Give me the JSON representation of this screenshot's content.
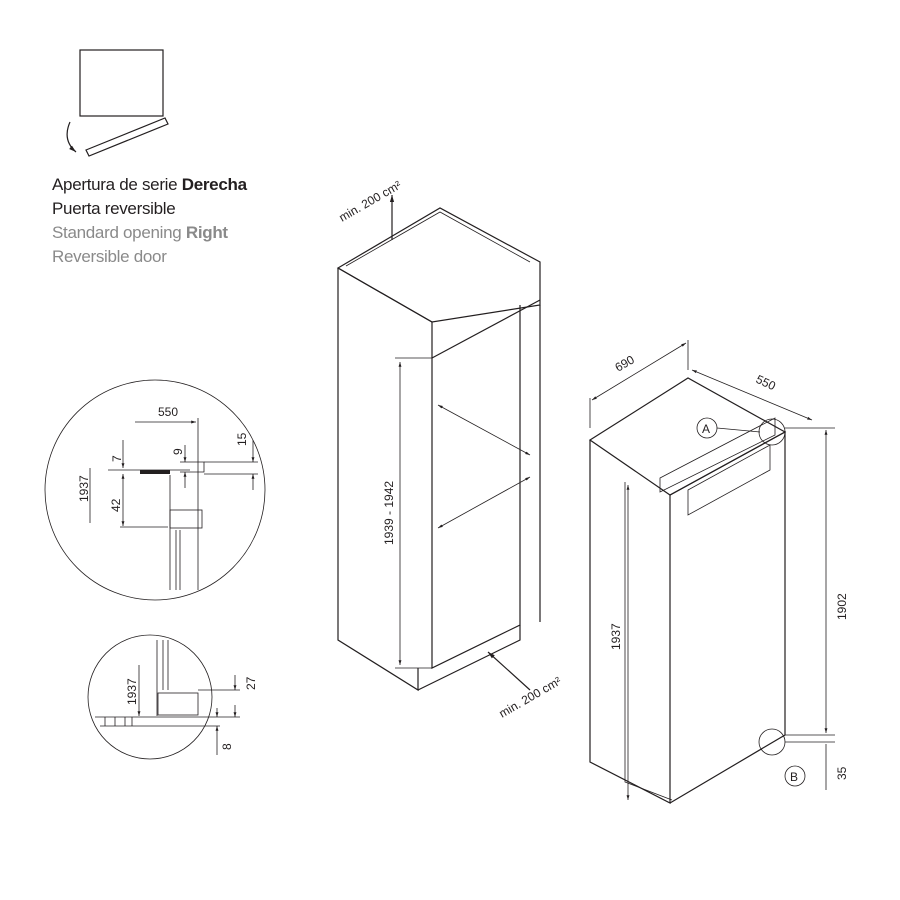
{
  "caption": {
    "es_line1_prefix": "Apertura de serie ",
    "es_line1_bold": "Derecha",
    "es_line2": "Puerta reversible",
    "en_line1_prefix": "Standard opening ",
    "en_line1_bold": "Right",
    "en_line2": "Reversible door"
  },
  "cabinet": {
    "vent_top": "min. 200 cm²",
    "vent_bottom": "min. 200 cm²",
    "niche_height": "1939 - 1942"
  },
  "appliance": {
    "depth": "690",
    "width": "550",
    "marker_a": "A",
    "marker_b": "B",
    "door_height": "1937",
    "body_height": "1902",
    "bottom_gap": "35"
  },
  "detail_a": {
    "width": "550",
    "d7": "7",
    "d9": "9",
    "d15": "15",
    "height": "1937",
    "d42": "42"
  },
  "detail_b": {
    "height": "1937",
    "d27": "27",
    "d8": "8"
  },
  "colors": {
    "line": "#231f20",
    "grey_text": "#8a8a8a"
  }
}
